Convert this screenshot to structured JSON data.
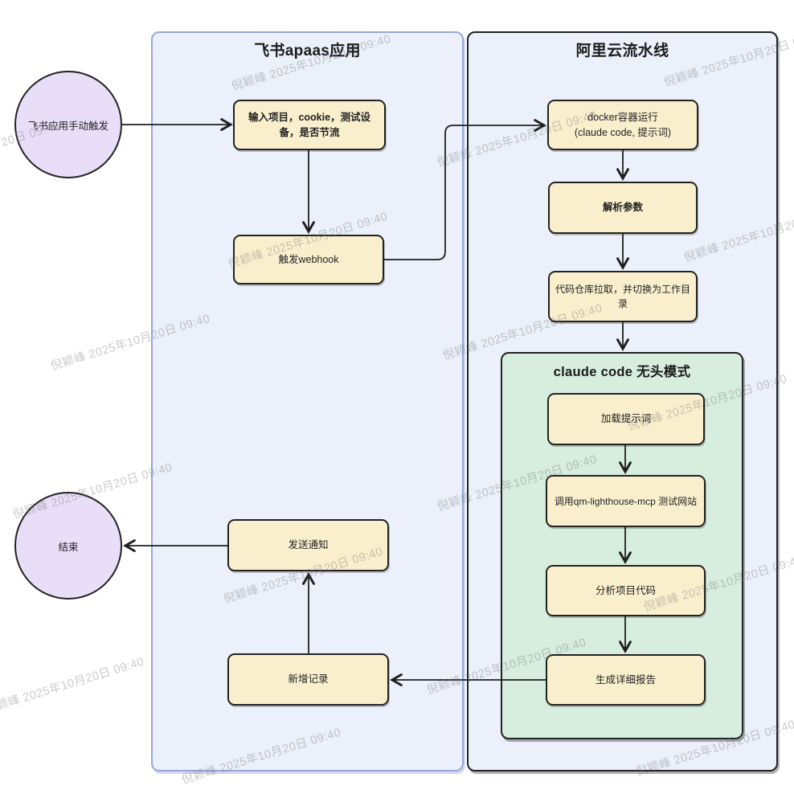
{
  "diagram": {
    "watermark_text": "倪颖峰 2025年10月20日 09:40",
    "groups": {
      "feishu": {
        "title": "飞书apaas应用"
      },
      "aliyun": {
        "title": "阿里云流水线"
      },
      "claude_headless": {
        "title": "claude code 无头模式"
      }
    },
    "nodes": {
      "start": "飞书应用手动触发",
      "input": "输入项目，cookie，测试设备，是否节流",
      "webhook": "触发webhook",
      "docker_line1": "docker容器运行",
      "docker_line2": "(claude code, 提示词)",
      "parse": "解析参数",
      "repo": "代码仓库拉取，并切换为工作目录",
      "load_prompt": "加载提示词",
      "mcp": "调用qm-lighthouse-mcp 测试网站",
      "analyze": "分析项目代码",
      "report": "生成详细报告",
      "record": "新增记录",
      "notify": "发送通知",
      "end": "结束"
    },
    "edges": [
      {
        "from": "start",
        "to": "input"
      },
      {
        "from": "input",
        "to": "webhook"
      },
      {
        "from": "webhook",
        "to": "docker"
      },
      {
        "from": "docker",
        "to": "parse"
      },
      {
        "from": "parse",
        "to": "repo"
      },
      {
        "from": "repo",
        "to": "claude_headless"
      },
      {
        "from": "load_prompt",
        "to": "mcp"
      },
      {
        "from": "mcp",
        "to": "analyze"
      },
      {
        "from": "analyze",
        "to": "report"
      },
      {
        "from": "report",
        "to": "record"
      },
      {
        "from": "record",
        "to": "notify"
      },
      {
        "from": "notify",
        "to": "end"
      }
    ],
    "colors": {
      "node_fill": "#FAEFCD",
      "node_border": "#222222",
      "group_fill": "#EBF0FA",
      "feishu_border": "#96A8DA",
      "aliyun_border": "#222222",
      "claude_fill": "#D7EDDE",
      "circle_fill": "#E8DEF8",
      "arrow": "#1F1F1F"
    }
  }
}
